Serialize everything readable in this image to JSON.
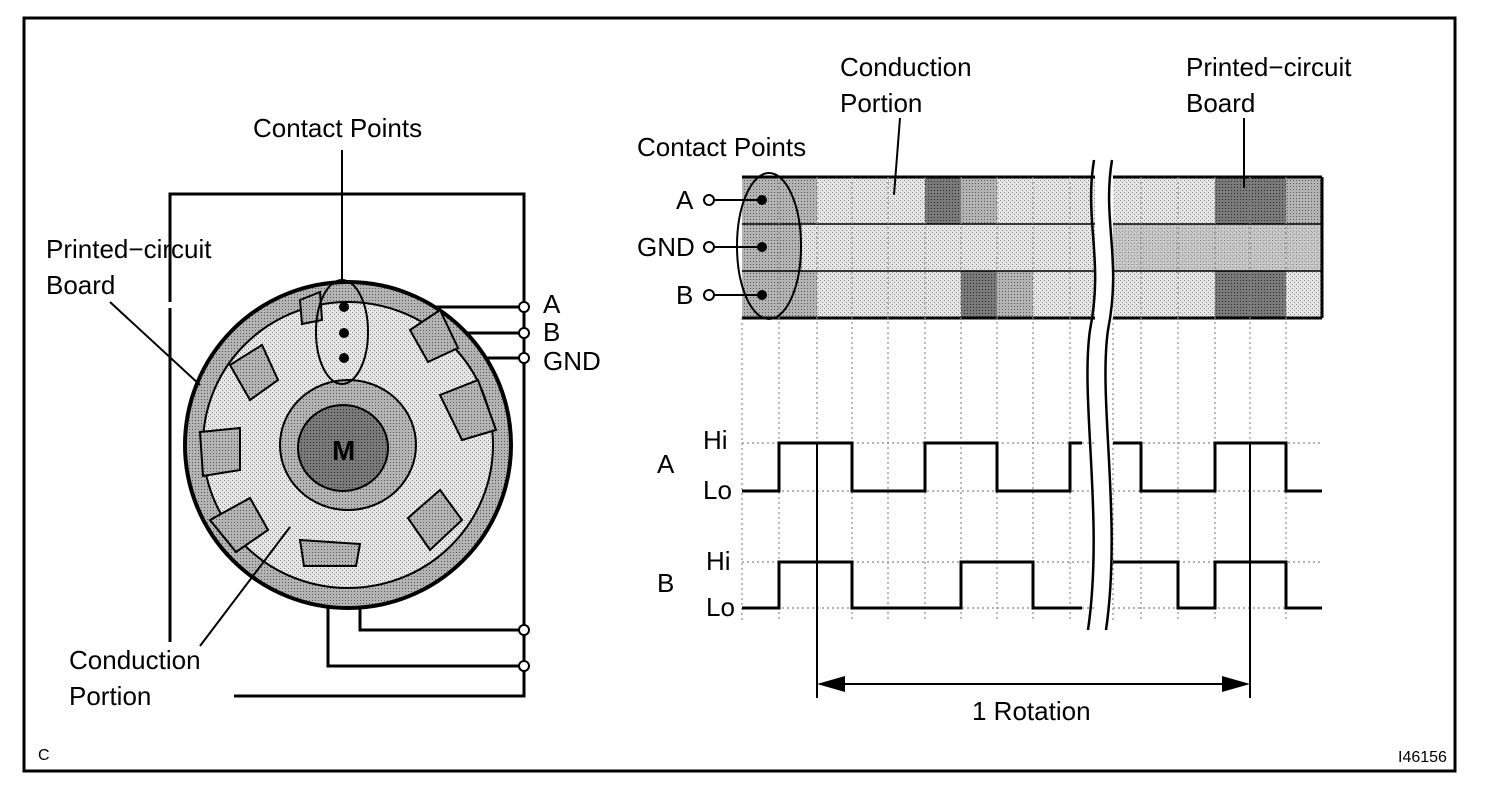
{
  "figure": {
    "corner_letter": "C",
    "figure_id": "I46156"
  },
  "left_view": {
    "label_contact_points": "Contact Points",
    "label_pcb_line1": "Printed−circuit",
    "label_pcb_line2": "Board",
    "label_conduction_line1": "Conduction",
    "label_conduction_line2": "Portion",
    "terminal_a": "A",
    "terminal_b": "B",
    "terminal_gnd": "GND",
    "motor_label": "M"
  },
  "right_view": {
    "label_conduction_line1": "Conduction",
    "label_conduction_line2": "Portion",
    "label_pcb_line1": "Printed−circuit",
    "label_pcb_line2": "Board",
    "label_contact_points": "Contact Points",
    "row_a": "A",
    "row_gnd": "GND",
    "row_b": "B"
  },
  "waveforms": {
    "signal_a": "A",
    "signal_b": "B",
    "hi": "Hi",
    "lo": "Lo",
    "rotation_label": "1 Rotation"
  },
  "colors": {
    "line": "#000000",
    "dark_fill": "#6e6e6e",
    "mid_fill": "#9a9a9a",
    "light_fill": "#d4d4d4",
    "grid": "#999999"
  }
}
